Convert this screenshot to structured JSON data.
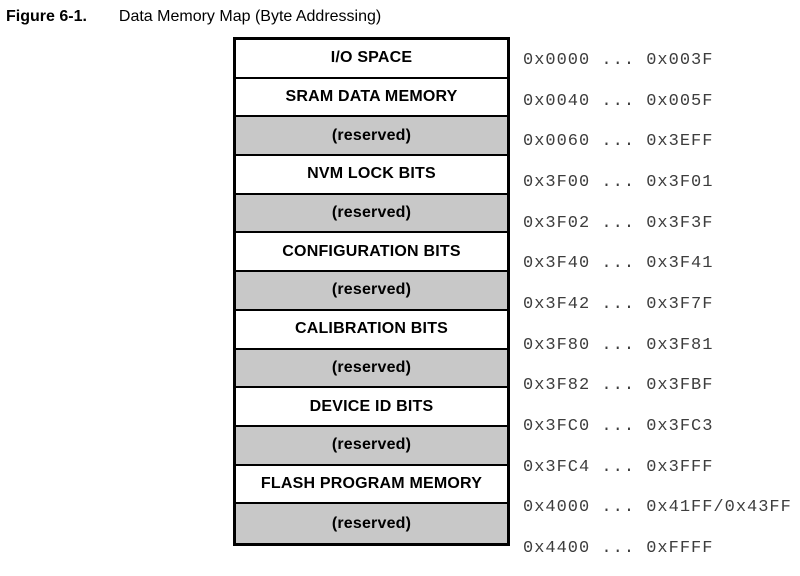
{
  "figure": {
    "label": "Figure 6-1.",
    "title": "Data Memory Map (Byte Addressing)"
  },
  "memory_map": {
    "rows": [
      {
        "label": "I/O SPACE",
        "range": "0x0000 ... 0x003F",
        "reserved": false
      },
      {
        "label": "SRAM DATA MEMORY",
        "range": "0x0040 ... 0x005F",
        "reserved": false
      },
      {
        "label": "(reserved)",
        "range": "0x0060 ... 0x3EFF",
        "reserved": true
      },
      {
        "label": "NVM LOCK BITS",
        "range": "0x3F00 ... 0x3F01",
        "reserved": false
      },
      {
        "label": "(reserved)",
        "range": "0x3F02 ... 0x3F3F",
        "reserved": true
      },
      {
        "label": "CONFIGURATION BITS",
        "range": "0x3F40 ... 0x3F41",
        "reserved": false
      },
      {
        "label": "(reserved)",
        "range": "0x3F42 ... 0x3F7F",
        "reserved": true
      },
      {
        "label": "CALIBRATION BITS",
        "range": "0x3F80 ... 0x3F81",
        "reserved": false
      },
      {
        "label": "(reserved)",
        "range": "0x3F82 ... 0x3FBF",
        "reserved": true
      },
      {
        "label": "DEVICE ID BITS",
        "range": "0x3FC0 ... 0x3FC3",
        "reserved": false
      },
      {
        "label": "(reserved)",
        "range": "0x3FC4 ... 0x3FFF",
        "reserved": true
      },
      {
        "label": "FLASH PROGRAM MEMORY",
        "range": "0x4000 ... 0x41FF/0x43FF",
        "reserved": false
      },
      {
        "label": "(reserved)",
        "range": "0x4400 ... 0xFFFF",
        "reserved": true
      }
    ],
    "colors": {
      "reserved_bg": "#c8c8c8",
      "cell_bg": "#ffffff",
      "border": "#000000",
      "address_text": "#3d3d3d"
    }
  }
}
